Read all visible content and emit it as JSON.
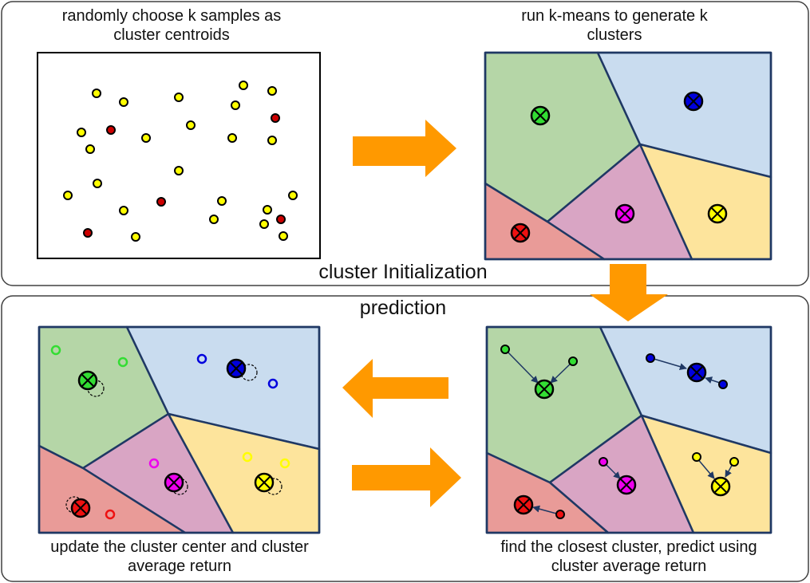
{
  "sections": {
    "initialization": {
      "title": "cluster Initialization"
    },
    "prediction": {
      "title": "prediction"
    }
  },
  "panels": {
    "random_sampling": {
      "caption": "randomly choose k samples as cluster centroids"
    },
    "kmeans": {
      "caption": "run k-means to generate k clusters"
    },
    "find_closest": {
      "caption": "find the closest cluster, predict using cluster average return"
    },
    "update_center": {
      "caption": "update the cluster center and cluster average return"
    }
  },
  "colors": {
    "green_region": "#b5d6a7",
    "blue_region": "#c9dcef",
    "pink_region": "#d9a5c4",
    "yellow_region": "#fde49c",
    "red_region": "#e99b98",
    "region_border": "#1f3864",
    "arrow": "#ff9900",
    "sample_yellow": "#ffff00",
    "sample_red": "#cc0000",
    "centroid_green": "#33dd33",
    "centroid_blue": "#0000dd",
    "centroid_magenta": "#ee00ee",
    "centroid_yellow": "#ffff00",
    "centroid_red": "#ee1111"
  }
}
